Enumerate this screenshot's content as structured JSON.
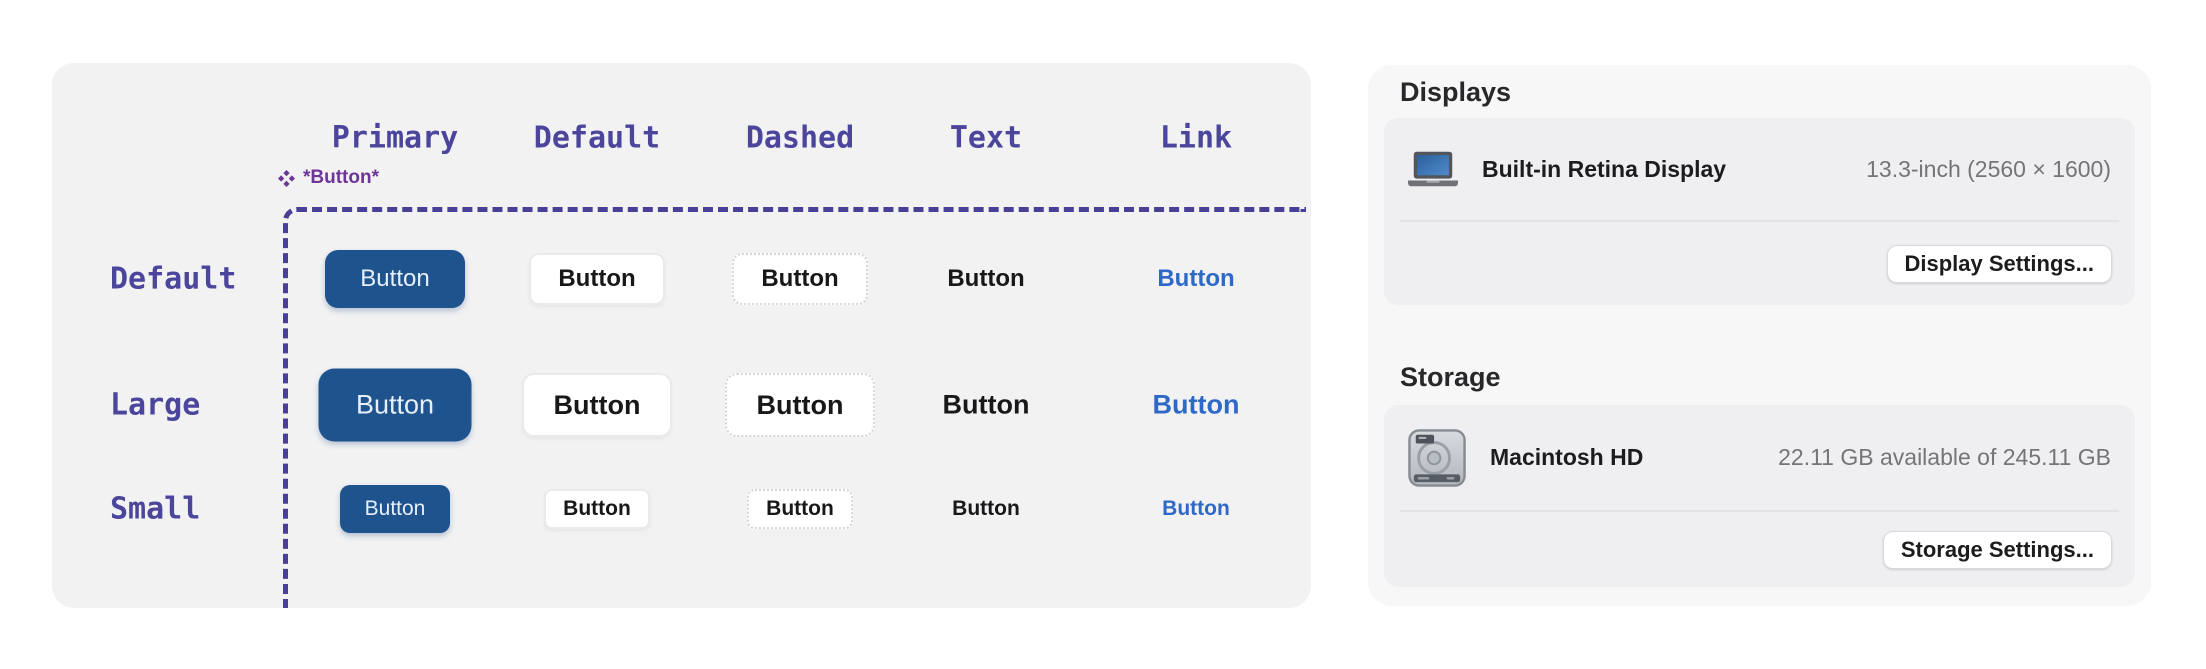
{
  "design_system_panel": {
    "component_label": "*Button*",
    "columns": [
      "Primary",
      "Default",
      "Dashed",
      "Text",
      "Link"
    ],
    "rows": [
      "Default",
      "Large",
      "Small"
    ],
    "button_label": "Button",
    "colors": {
      "card_background": "#f2f2f3",
      "matrix_label_purple": "#4b459c",
      "selection_outline_purple": "#4a3f97",
      "component_tag_purple": "#6d3596",
      "primary_button_blue": "#1f538e",
      "link_text_blue": "#2e69c8"
    }
  },
  "system_settings_panel": {
    "displays_section": {
      "title": "Displays",
      "device_icon": "laptop-display-icon",
      "device_name": "Built-in Retina Display",
      "device_info": "13.3-inch (2560 × 1600)",
      "settings_button": "Display Settings..."
    },
    "storage_section": {
      "title": "Storage",
      "device_icon": "hard-drive-icon",
      "volume_name": "Macintosh HD",
      "storage_info": "22.11 GB available of 245.11 GB",
      "settings_button": "Storage Settings..."
    }
  }
}
